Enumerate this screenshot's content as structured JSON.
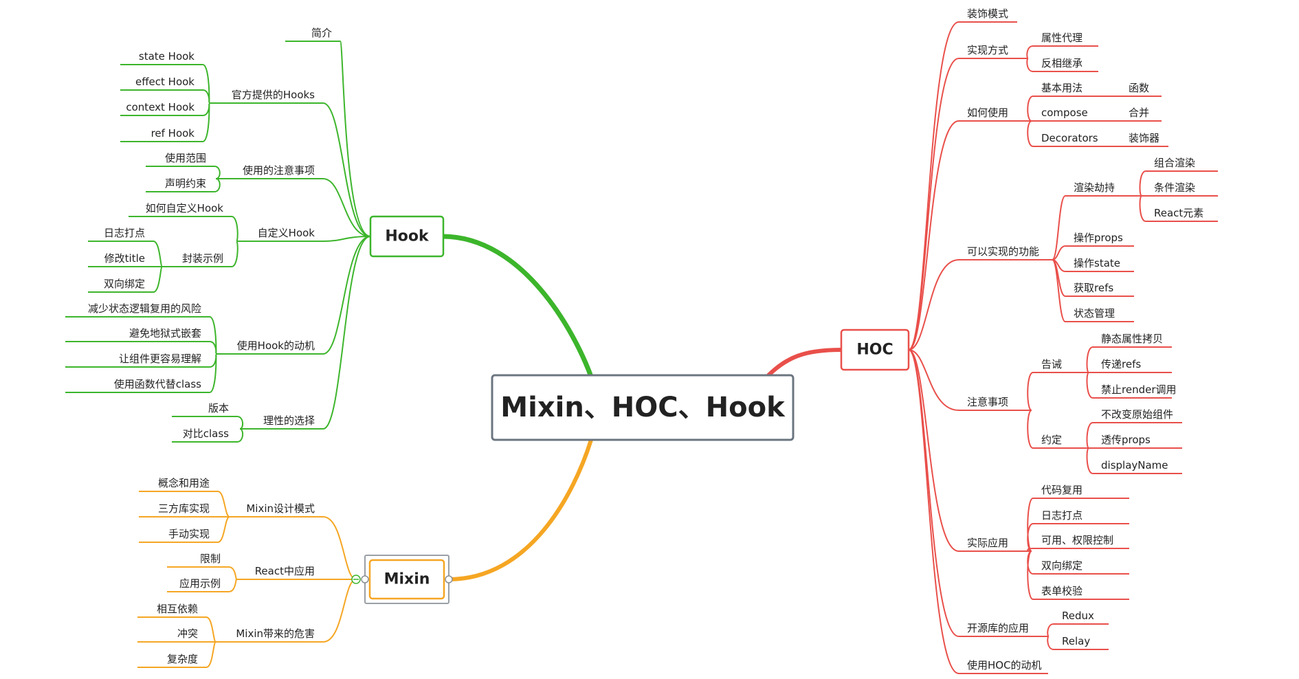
{
  "central": {
    "label": "Mixin、HOC、Hook"
  },
  "colors": {
    "hook": "#3cb52b",
    "mixin": "#f5a623",
    "hoc": "#e94f4a",
    "central_border": "#6b7580"
  },
  "branches": {
    "hook": {
      "label": "Hook",
      "children": [
        {
          "label": "简介"
        },
        {
          "label": "官方提供的Hooks",
          "children": [
            {
              "label": "state Hook"
            },
            {
              "label": "effect Hook"
            },
            {
              "label": "context Hook"
            },
            {
              "label": "ref Hook"
            }
          ]
        },
        {
          "label": "使用的注意事项",
          "children": [
            {
              "label": "使用范围"
            },
            {
              "label": "声明约束"
            }
          ]
        },
        {
          "label": "自定义Hook",
          "children": [
            {
              "label": "如何自定义Hook"
            },
            {
              "label": "封装示例",
              "children": [
                {
                  "label": "日志打点"
                },
                {
                  "label": "修改title"
                },
                {
                  "label": "双向绑定"
                }
              ]
            }
          ]
        },
        {
          "label": "使用Hook的动机",
          "children": [
            {
              "label": "减少状态逻辑复用的风险"
            },
            {
              "label": "避免地狱式嵌套"
            },
            {
              "label": "让组件更容易理解"
            },
            {
              "label": "使用函数代替class"
            }
          ]
        },
        {
          "label": "理性的选择",
          "children": [
            {
              "label": "版本"
            },
            {
              "label": "对比class"
            }
          ]
        }
      ]
    },
    "mixin": {
      "label": "Mixin",
      "children": [
        {
          "label": "Mixin设计模式",
          "children": [
            {
              "label": "概念和用途"
            },
            {
              "label": "三方库实现"
            },
            {
              "label": "手动实现"
            }
          ]
        },
        {
          "label": "React中应用",
          "children": [
            {
              "label": "限制"
            },
            {
              "label": "应用示例"
            }
          ]
        },
        {
          "label": "Mixin带来的危害",
          "children": [
            {
              "label": "相互依赖"
            },
            {
              "label": "冲突"
            },
            {
              "label": "复杂度"
            }
          ]
        }
      ]
    },
    "hoc": {
      "label": "HOC",
      "children": [
        {
          "label": "装饰模式"
        },
        {
          "label": "实现方式",
          "children": [
            {
              "label": "属性代理"
            },
            {
              "label": "反相继承"
            }
          ]
        },
        {
          "label": "如何使用",
          "children": [
            {
              "label": "基本用法",
              "children": [
                {
                  "label": "函数"
                }
              ]
            },
            {
              "label": "compose",
              "children": [
                {
                  "label": "合并"
                }
              ]
            },
            {
              "label": "Decorators",
              "children": [
                {
                  "label": "装饰器"
                }
              ]
            }
          ]
        },
        {
          "label": "可以实现的功能",
          "children": [
            {
              "label": "渲染劫持",
              "children": [
                {
                  "label": "组合渲染"
                },
                {
                  "label": "条件渲染"
                },
                {
                  "label": "React元素"
                }
              ]
            },
            {
              "label": "操作props"
            },
            {
              "label": "操作state"
            },
            {
              "label": "获取refs"
            },
            {
              "label": "状态管理"
            }
          ]
        },
        {
          "label": "注意事项",
          "children": [
            {
              "label": "告诫",
              "children": [
                {
                  "label": "静态属性拷贝"
                },
                {
                  "label": "传递refs"
                },
                {
                  "label": "禁止render调用"
                }
              ]
            },
            {
              "label": "约定",
              "children": [
                {
                  "label": "不改变原始组件"
                },
                {
                  "label": "透传props"
                },
                {
                  "label": "displayName"
                }
              ]
            }
          ]
        },
        {
          "label": "实际应用",
          "children": [
            {
              "label": "代码复用"
            },
            {
              "label": "日志打点"
            },
            {
              "label": "可用、权限控制"
            },
            {
              "label": "双向绑定"
            },
            {
              "label": "表单校验"
            }
          ]
        },
        {
          "label": "开源库的应用",
          "children": [
            {
              "label": "Redux"
            },
            {
              "label": "Relay"
            }
          ]
        },
        {
          "label": "使用HOC的动机"
        }
      ]
    }
  }
}
